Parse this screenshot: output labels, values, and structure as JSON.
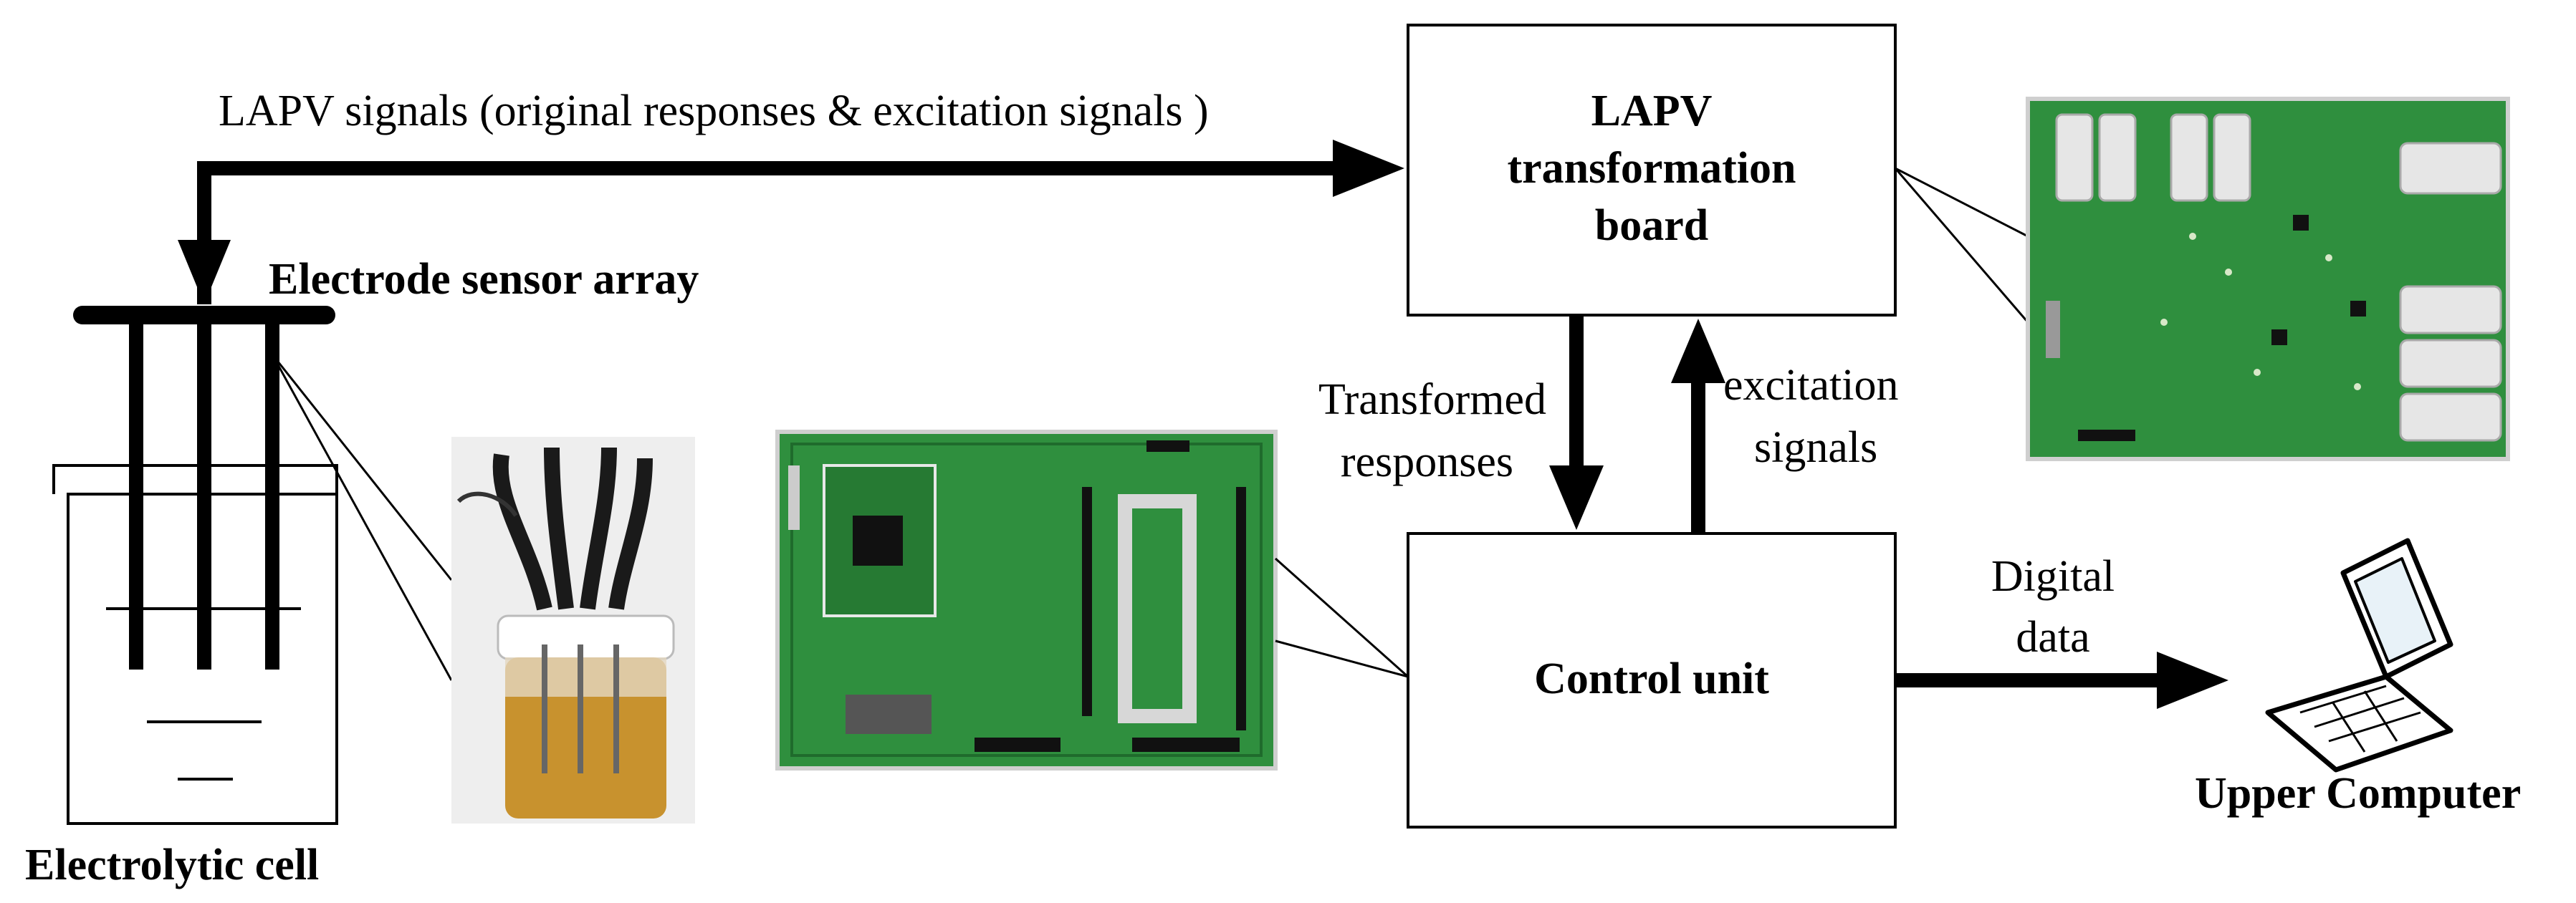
{
  "labels": {
    "lapv_signals": "LAPV signals (original responses & excitation signals )",
    "electrode_sensor_array": "Electrode sensor array",
    "electrolytic_cell": "Electrolytic cell",
    "lapv_board_line1": "LAPV",
    "lapv_board_line2": "transformation",
    "lapv_board_line3": "board",
    "control_unit": "Control unit",
    "transformed_line1": "Transformed",
    "transformed_line2": "responses",
    "excitation_line1": "excitation",
    "excitation_line2": "signals",
    "digital_line1": "Digital",
    "digital_line2": "data",
    "upper_computer": "Upper Computer"
  },
  "colors": {
    "pcb_green": "#2f8f3e",
    "pcb_dark": "#1f6b2c",
    "liquid": "#c8922e",
    "line": "#000000"
  }
}
